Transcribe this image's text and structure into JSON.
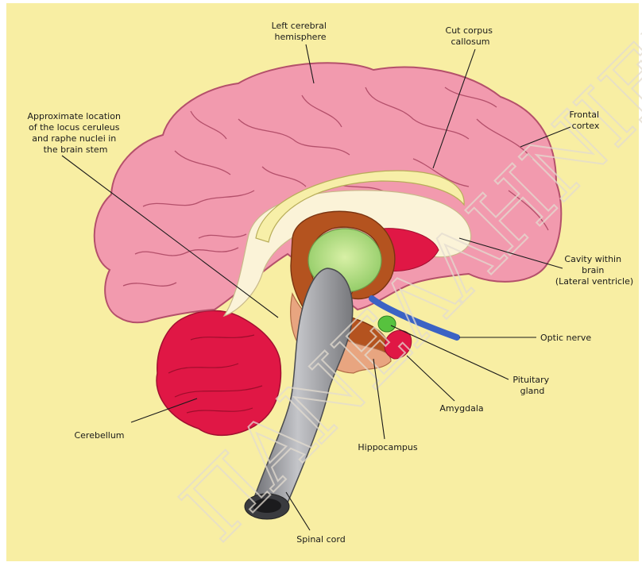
{
  "labels": {
    "left_hemisphere": [
      "Left cerebral",
      "hemisphere"
    ],
    "corpus_callosum": [
      "Cut corpus",
      "callosum"
    ],
    "locus_ceruleus": [
      "Approximate location",
      "of the locus ceruleus",
      "and raphe nuclei in",
      "the brain stem"
    ],
    "frontal_cortex": [
      "Frontal",
      "cortex"
    ],
    "lateral_ventricle": [
      "Cavity within",
      "brain",
      "(Lateral ventricle)"
    ],
    "optic_nerve": [
      "Optic nerve"
    ],
    "pituitary": [
      "Pituitary",
      "gland"
    ],
    "amygdala": [
      "Amygdala"
    ],
    "cerebellum": [
      "Cerebellum"
    ],
    "hippocampus": [
      "Hippocampus"
    ],
    "spinal_cord": [
      "Spinal cord"
    ]
  },
  "watermark": "ΠΑΝΕΛΛΗΝΙΕΣ",
  "colors": {
    "background": "#f8eea3",
    "cerebrum": "#f29aae",
    "cerebellum": "#e01745",
    "ventricle": "#fbf3d8",
    "corpus_callosum": "#f7efa8",
    "thalamus": "#b9e08a",
    "hippocampus_band": "#b4531f",
    "brainstem": "#8e8f93",
    "pituitary": "#57c23e",
    "optic_nerve": "#3b63c4"
  }
}
